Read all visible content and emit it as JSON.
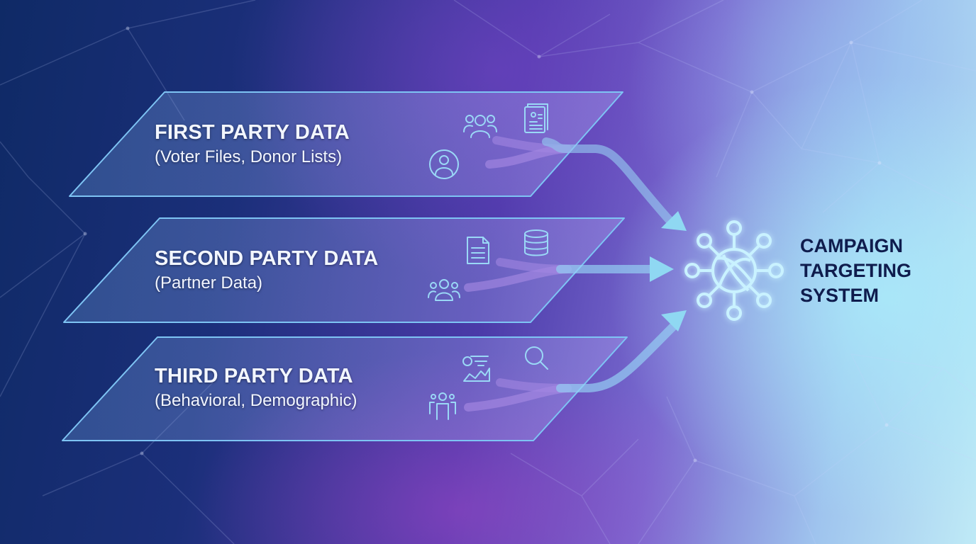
{
  "diagram": {
    "title": "Political campaign data sources feeding a campaign targeting system",
    "layers": [
      {
        "title": "FIRST PARTY DATA",
        "subtitle": "(Voter Files, Donor Lists)",
        "icons": [
          "group-icon",
          "profile-document-icon",
          "user-circle-icon"
        ]
      },
      {
        "title": "SECOND PARTY DATA",
        "subtitle": "(Partner Data)",
        "icons": [
          "document-icon",
          "database-icon",
          "group-icon"
        ]
      },
      {
        "title": "THIRD PARTY DATA",
        "subtitle": "(Behavioral, Demographic)",
        "icons": [
          "analytics-report-icon",
          "search-icon",
          "people-icon"
        ]
      }
    ],
    "target": {
      "lines": [
        "CAMPAIGN",
        "TARGETING",
        "SYSTEM"
      ],
      "icon": "network-hub-icon"
    },
    "colors": {
      "panel_border": "#7ec4f4",
      "arrow": "#8fd8f2",
      "target_text": "#0f1c4d",
      "glow": "#bfefff"
    }
  }
}
